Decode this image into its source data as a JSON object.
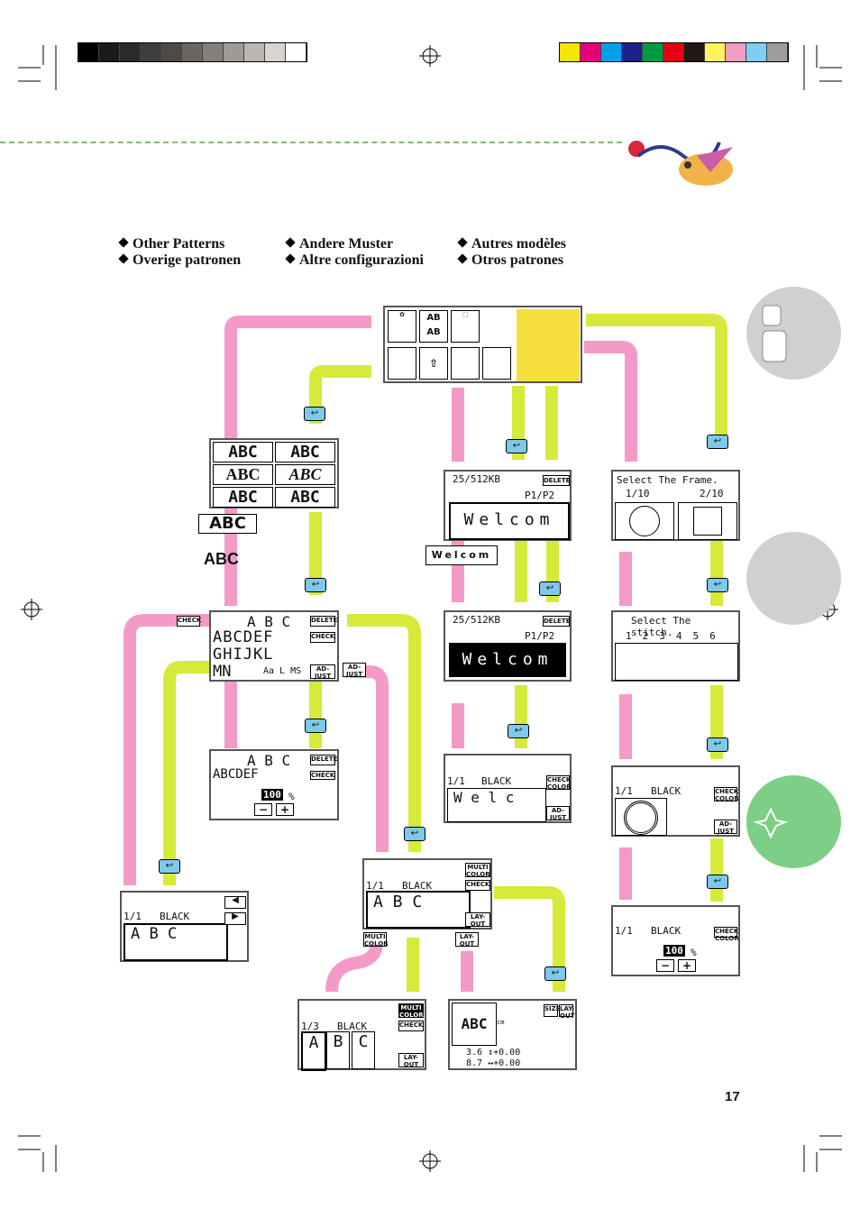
{
  "legend": {
    "col1": [
      "Other Patterns",
      "Overige patronen"
    ],
    "col2": [
      "Andere Muster",
      "Altre configurazioni"
    ],
    "col3": [
      "Autres modèles",
      "Otros patrones"
    ]
  },
  "page_number": "17",
  "colors": {
    "pink_arrow": "#f49ac9",
    "lime_arrow": "#d6ea3a",
    "back_button": "#7ec8ea",
    "tab_green": "#7ccf84",
    "tab_grey": "#d0d0d0"
  },
  "colorbar_gray": [
    "#000000",
    "#1a1a1a",
    "#2a2a2a",
    "#3d3d3d",
    "#4f4a48",
    "#6a6462",
    "#857f7c",
    "#a09a97",
    "#bbb6b3",
    "#d8d4d2",
    "#ffffff"
  ],
  "colorbar_color": [
    "#f5e600",
    "#e6007e",
    "#00a0e9",
    "#1d2088",
    "#009944",
    "#e60012",
    "#231815",
    "#fff460",
    "#f19ec2",
    "#7ecef4",
    "#9d9d9d"
  ],
  "screens": {
    "font_select": {
      "fonts": [
        "ABC",
        "ABC",
        "ABC",
        "ABC",
        "ABC",
        "ABC"
      ]
    },
    "memory1": {
      "capacity": "25/512KB",
      "delete": "DELETE",
      "page": "P1/P2",
      "text": "Welcom"
    },
    "memory2": {
      "capacity": "25/512KB",
      "delete": "DELETE",
      "page": "P1/P2",
      "text": "Welcom"
    },
    "frame_select": {
      "title": "Select The Frame.",
      "p1": "1/10",
      "p2": "2/10"
    },
    "stitch_select": {
      "title": "Select The stitch.",
      "nums": [
        "1",
        "2",
        "3",
        "4",
        "5",
        "6"
      ]
    },
    "char_input": {
      "preview": "A B C",
      "row1": "ABCDEF",
      "row2": "GHIJKL",
      "row3": "MN",
      "delete": "DELETE",
      "check": "CHECK",
      "adjust": "AD-JUST",
      "modes": "Aa  L MS"
    },
    "size_screen": {
      "preview": "A B C",
      "row": "ABCDEF",
      "delete": "DELETE",
      "check": "CHECK",
      "percent": "100",
      "unit": "%"
    },
    "welc_screen": {
      "count": "1/1",
      "color": "BLACK",
      "text": "W e l c",
      "check_color": "CHECK COLOR",
      "adjust": "AD-JUST"
    },
    "frame_embroider": {
      "count": "1/1",
      "color": "BLACK",
      "check_color": "CHECK COLOR",
      "adjust": "AD-JUST"
    },
    "frame_size": {
      "count": "1/1",
      "color": "BLACK",
      "check_color": "CHECK COLOR",
      "percent": "100",
      "unit": "%"
    },
    "abc_check": {
      "count": "1/1",
      "color": "BLACK",
      "text": "A B C"
    },
    "abc_embroider": {
      "count": "1/1",
      "color": "BLACK",
      "text": "A B C",
      "multi": "MULTI COLOR",
      "check": "CHECK",
      "layout": "LAY-OUT"
    },
    "multicolor": {
      "count": "1/3",
      "color": "BLACK",
      "letters": [
        "A",
        "B",
        "C"
      ],
      "multi": "MULTI COLOR",
      "check": "CHECK",
      "layout": "LAY-OUT"
    },
    "layout_screen": {
      "preview": "ABC",
      "unit": "cm",
      "size": "SIZE",
      "layout": "LAY-OUT",
      "h": "3.6",
      "dh": "+0.00",
      "w": "8.7",
      "dw": "+0.00"
    }
  },
  "callouts": {
    "check": "CHECK",
    "adjust": "AD-JUST",
    "multi": "MULTI COLOR",
    "layout": "LAY-OUT",
    "abc": "ABC",
    "welcom": "Welcom",
    "abc_letters": [
      "A",
      "B",
      "C"
    ]
  }
}
